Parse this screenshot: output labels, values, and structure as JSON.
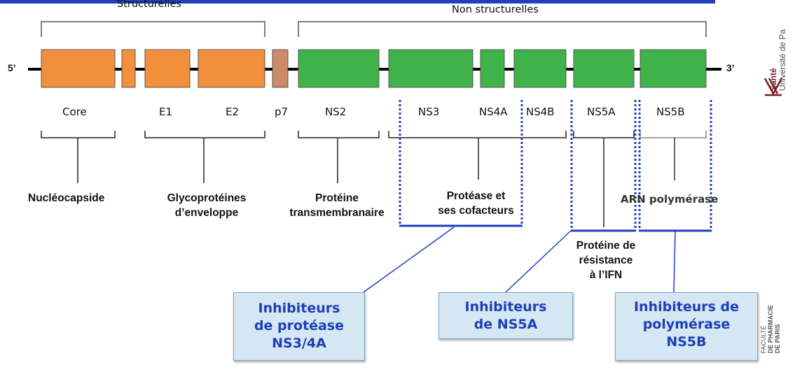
{
  "header": {
    "structural": "Structurelles",
    "nonstructural": "Non structurelles"
  },
  "genome": {
    "five_prime": "5’",
    "three_prime": "3’"
  },
  "proteins": {
    "core": "Core",
    "e1": "E1",
    "e2": "E2",
    "p7": "p7",
    "ns2": "NS2",
    "ns3": "NS3",
    "ns4a": "NS4A",
    "ns4b": "NS4B",
    "ns5a": "NS5A",
    "ns5b": "NS5B"
  },
  "functions": {
    "nucleocapsid": "Nucléocapside",
    "glyco_1": "Glycoprotéines",
    "glyco_2": "d’enveloppe",
    "tm_1": "Protéine",
    "tm_2": "transmembranaire",
    "protease_1": "Protéase  et",
    "protease_2": "ses cofacteurs",
    "rna_pol": "ARN polymérase",
    "ifn_1": "Protéine de",
    "ifn_2": "résistance",
    "ifn_3": "à l’IFN"
  },
  "inhibitors": {
    "ns34a": [
      "Inhibiteurs",
      "de protéase",
      "NS3/4A"
    ],
    "ns5a": [
      "Inhibiteurs",
      "de NS5A"
    ],
    "ns5b": [
      "Inhibiteurs de",
      "polymérase",
      "NS5B"
    ]
  },
  "logos": {
    "univ_1": "Santé",
    "univ_2": "Université de Pa",
    "fac_1": "FACULTÉ",
    "fac_2": "DE PHARMACIE",
    "fac_3": "DE PARIS"
  },
  "colors": {
    "structural": "#f28f3b",
    "p7": "#cc8a66",
    "nonstructural": "#3fb34a",
    "inhibitor_outline": "#1f3fbf",
    "inhibitor_fill": "#d5e7f3"
  }
}
